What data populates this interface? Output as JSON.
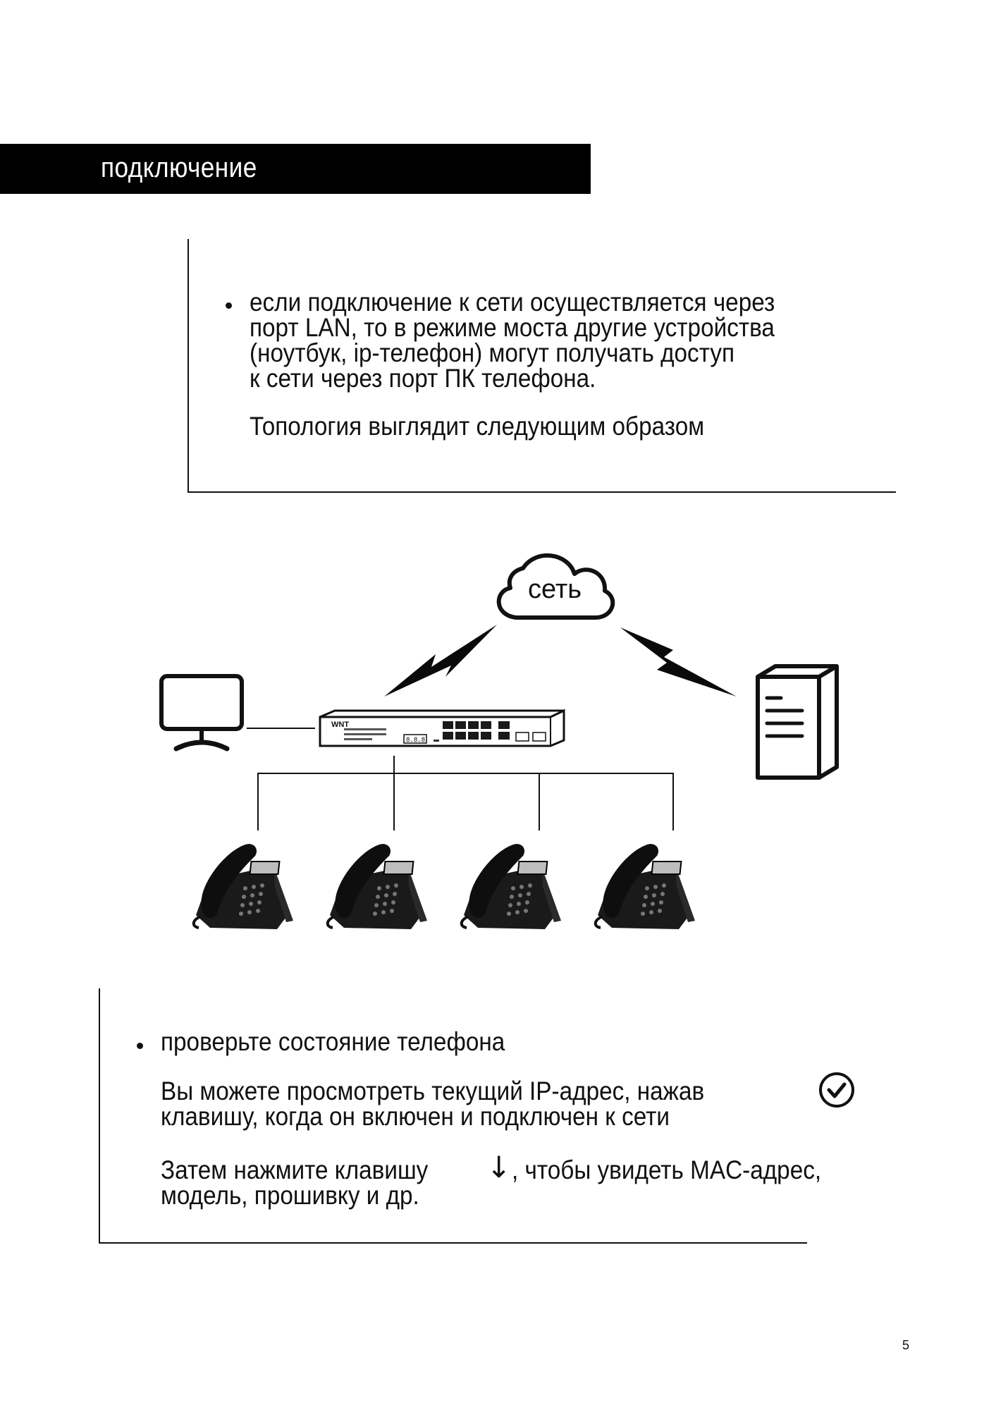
{
  "section": {
    "title": "подключение"
  },
  "block1": {
    "bullet_lines": [
      "если подключение к сети осуществляется через",
      "порт LAN, то в режиме моста другие устройства",
      "(ноутбук, ip-телефон) могут получать доступ",
      "к сети через порт ПК телефона."
    ],
    "topology_text": "Топология выглядит следующим образом"
  },
  "diagram": {
    "cloud_label": "сеть",
    "switch_brand": "WNT",
    "switch_display": "8.8.8"
  },
  "block2": {
    "bullet_text": "проверьте состояние телефона",
    "ip_lines": [
      "Вы можете просмотреть текущий IP-адрес, нажав",
      "клавишу, когда он включен и подключен к сети"
    ],
    "mac_line1_before": "Затем нажмите клавишу",
    "arrow_glyph": "↓",
    "mac_line1_after": ", чтобы увидеть MAC-адрес,",
    "mac_line2": "модель, прошивку и др."
  },
  "icons": {
    "confirm_key": "check-circle-icon",
    "down_key": "down-arrow-icon"
  },
  "page_number": "5"
}
